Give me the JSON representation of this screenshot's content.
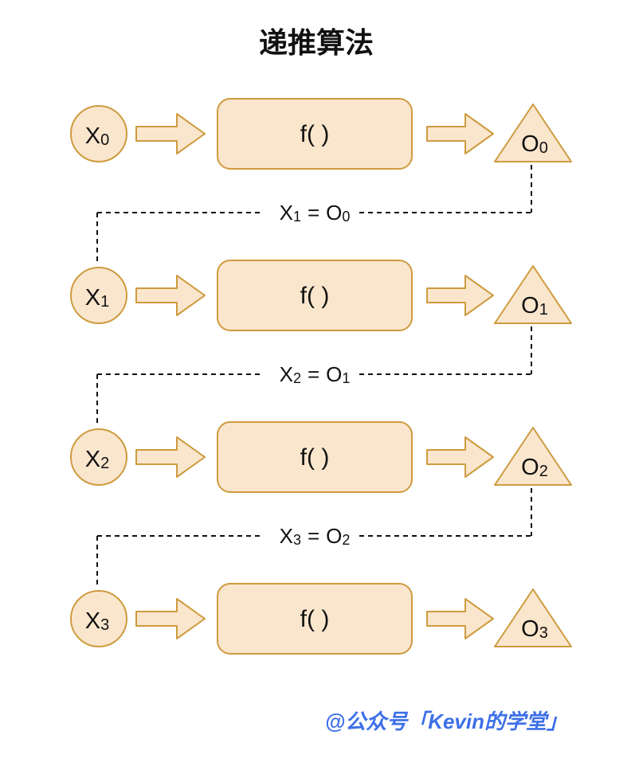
{
  "title": "递推算法",
  "watermark": "@公众号「Kevin的学堂」",
  "colors": {
    "shape_fill": "#FAE6CD",
    "shape_stroke": "#CE9B3F",
    "text": "#111111",
    "connector": "#111111",
    "watermark": "#3D6FE8"
  },
  "rows": [
    {
      "input_main": "X",
      "input_sub": "0",
      "func_label": "f( )",
      "output_main": "O",
      "output_sub": "0"
    },
    {
      "input_main": "X",
      "input_sub": "1",
      "func_label": "f( )",
      "output_main": "O",
      "output_sub": "1"
    },
    {
      "input_main": "X",
      "input_sub": "2",
      "func_label": "f( )",
      "output_main": "O",
      "output_sub": "2"
    },
    {
      "input_main": "X",
      "input_sub": "3",
      "func_label": "f( )",
      "output_main": "O",
      "output_sub": "3"
    }
  ],
  "connectors": [
    {
      "lhs_main": "X",
      "lhs_sub": "1",
      "eq": "=",
      "rhs_main": "O",
      "rhs_sub": "0"
    },
    {
      "lhs_main": "X",
      "lhs_sub": "2",
      "eq": "=",
      "rhs_main": "O",
      "rhs_sub": "1"
    },
    {
      "lhs_main": "X",
      "lhs_sub": "3",
      "eq": "=",
      "rhs_main": "O",
      "rhs_sub": "2"
    }
  ]
}
